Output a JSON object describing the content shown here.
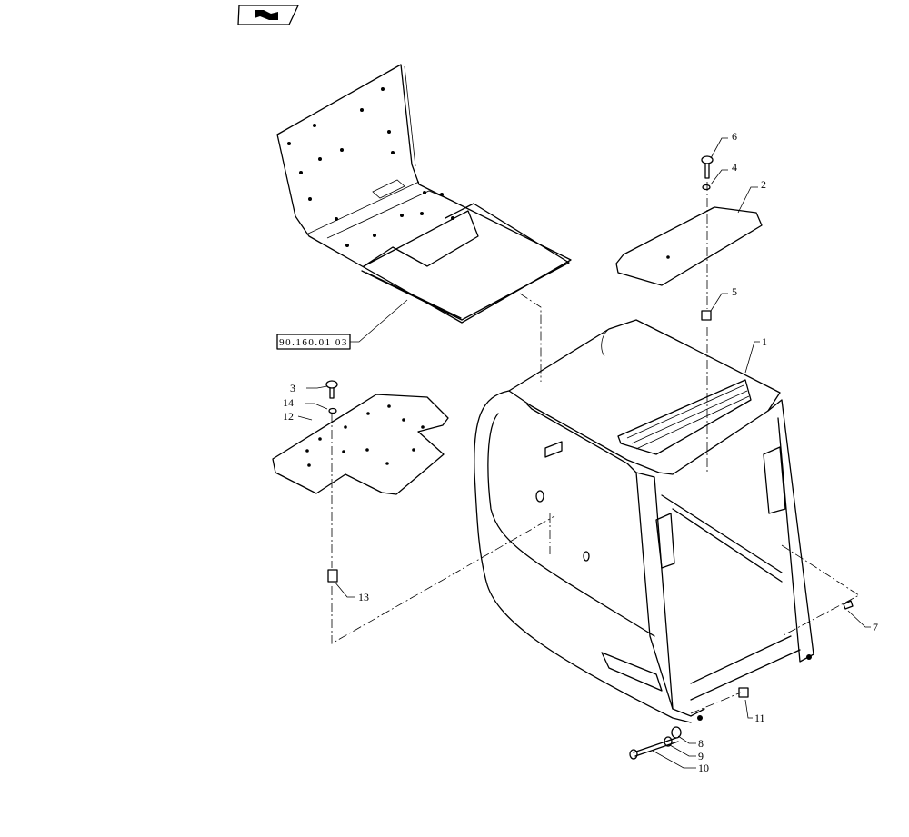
{
  "diagram": {
    "reference_label": "90.160.01 03",
    "callouts": [
      "1",
      "2",
      "3",
      "4",
      "5",
      "6",
      "7",
      "8",
      "9",
      "10",
      "11",
      "12",
      "13",
      "14"
    ],
    "icons": [
      "book-arrow-icon"
    ]
  }
}
